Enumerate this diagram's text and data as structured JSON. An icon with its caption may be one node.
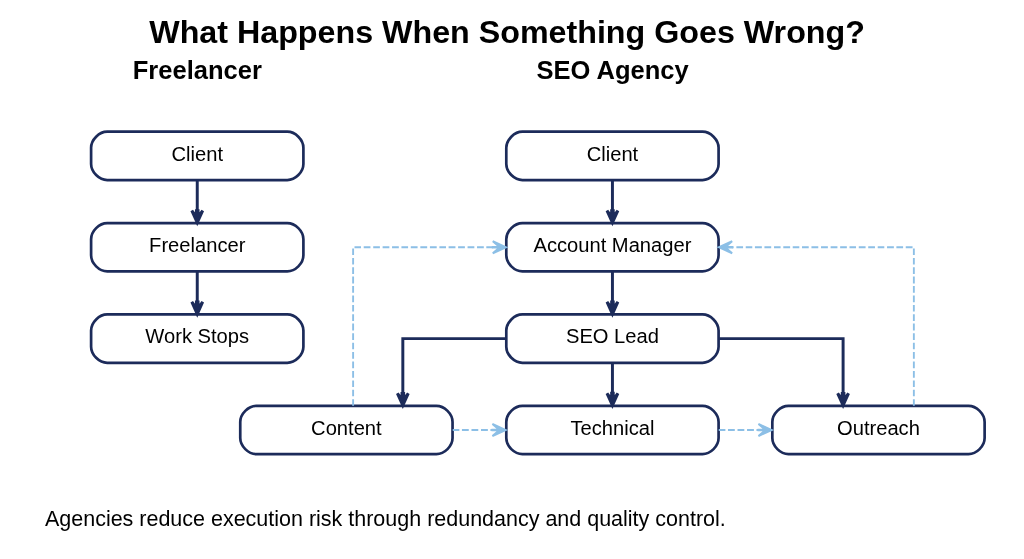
{
  "diagram": {
    "title": "What Happens When Something Goes Wrong?",
    "caption": "Agencies reduce execution risk through redundancy and quality control.",
    "nodes": [
      {
        "text": [
          "Client"
        ]
      },
      {
        "text": [
          "Freelancer"
        ]
      },
      {
        "text": [
          "Work Stops"
        ]
      },
      {
        "text": [
          "Client"
        ]
      },
      {
        "text": [
          "Account Manager"
        ]
      },
      {
        "text": [
          "SEO Lead"
        ]
      },
      {
        "text": [
          "Content"
        ]
      },
      {
        "text": [
          "Technical"
        ]
      },
      {
        "text": [
          "Outreach"
        ]
      }
    ],
    "edges": [
      {
        "from": 0,
        "to": 1,
        "arrow": "to"
      },
      {
        "from": 1,
        "to": 2,
        "arrow": "to"
      },
      {
        "from": 3,
        "to": 4,
        "arrow": "to"
      },
      {
        "from": 4,
        "to": 5,
        "arrow": "to"
      },
      {
        "from": 5,
        "to": 6,
        "arrow": "to"
      },
      {
        "from": 5,
        "to": 7,
        "arrow": "to"
      },
      {
        "from": 5,
        "to": 8,
        "arrow": "to"
      },
      {
        "from": 6,
        "to": 4,
        "arrow": "to",
        "style": "dashed",
        "color": "#8cbfe6"
      },
      {
        "from": 8,
        "to": 4,
        "arrow": "to",
        "style": "dashed",
        "color": "#8cbfe6"
      },
      {
        "from": 6,
        "to": 7,
        "arrow": "to",
        "style": "dashed",
        "color": "#8cbfe6"
      },
      {
        "from": 7,
        "to": 8,
        "arrow": "to",
        "style": "dashed",
        "color": "#8cbfe6"
      }
    ],
    "labels": [
      "Freelancer",
      "SEO Agency"
    ]
  }
}
